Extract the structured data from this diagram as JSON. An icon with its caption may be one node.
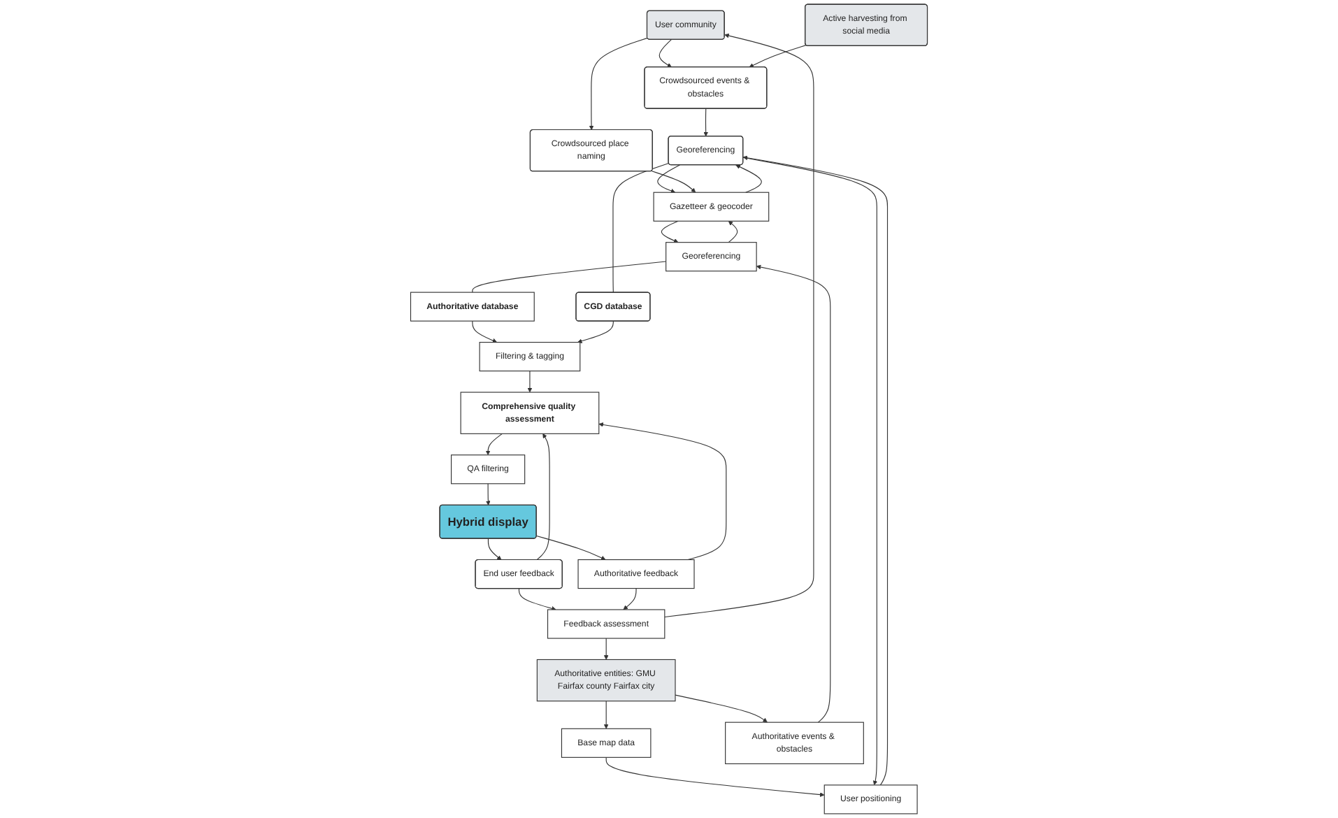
{
  "diagram": {
    "nodes": [
      {
        "text": [
          "User community"
        ]
      },
      {
        "text": [
          "Active harvesting from social media"
        ]
      },
      {
        "text": [
          "Authoritative entities: GMU Fairfax county Fairfax city"
        ]
      },
      {
        "text": [
          "Crowdsourced events & obstacles"
        ]
      },
      {
        "text": [
          "Base map data"
        ]
      },
      {
        "text": [
          "Authoritative events & obstacles"
        ]
      },
      {
        "text": [
          "Georeferencing"
        ]
      },
      {
        "text": [
          "User positioning"
        ]
      },
      {
        "text": [
          "Crowdsourced place naming"
        ]
      },
      {
        "text": [
          "Gazetteer & geocoder"
        ]
      },
      {
        "text": [
          "Georeferencing"
        ]
      },
      {
        "text": [
          "CGD database"
        ]
      },
      {
        "text": [
          "Authoritative database"
        ]
      },
      {
        "text": [
          "Filtering & tagging"
        ]
      },
      {
        "text": [
          "End user feedback"
        ]
      },
      {
        "text": [
          "Feedback assessment"
        ]
      },
      {
        "text": [
          "Hybrid display"
        ]
      },
      {
        "text": [
          "QA filtering"
        ]
      },
      {
        "text": [
          "Comprehensive quality assessment"
        ]
      },
      {
        "text": [
          "Authoritative feedback"
        ]
      }
    ],
    "edges": [
      {
        "from": 0,
        "to": 3,
        "arrow": "to"
      },
      {
        "from": 1,
        "to": 3,
        "arrow": "to"
      },
      {
        "from": 0,
        "to": 8,
        "arrow": "to"
      },
      {
        "from": 2,
        "to": 4,
        "arrow": "to"
      },
      {
        "from": 2,
        "to": 5,
        "arrow": "to"
      },
      {
        "from": 3,
        "to": 6,
        "arrow": "to"
      },
      {
        "from": 4,
        "to": 7,
        "arrow": "to"
      },
      {
        "from": 5,
        "to": 10,
        "arrow": "to"
      },
      {
        "from": 6,
        "to": 7,
        "arrow": "to"
      },
      {
        "from": 7,
        "to": 6,
        "arrow": "to"
      },
      {
        "from": 6,
        "to": 9,
        "arrow": "to"
      },
      {
        "from": 9,
        "to": 6,
        "arrow": "to"
      },
      {
        "from": 8,
        "to": 9,
        "arrow": "to"
      },
      {
        "from": 6,
        "to": 11,
        "arrow": "none"
      },
      {
        "from": 9,
        "to": 10,
        "arrow": "to"
      },
      {
        "from": 10,
        "to": 9,
        "arrow": "to"
      },
      {
        "from": 10,
        "to": 12,
        "arrow": "none"
      },
      {
        "from": 12,
        "to": 13,
        "arrow": "to"
      },
      {
        "from": 11,
        "to": 13,
        "arrow": "to"
      },
      {
        "from": 13,
        "to": 18,
        "arrow": "to"
      },
      {
        "from": 14,
        "to": 18,
        "arrow": "to"
      },
      {
        "from": 19,
        "to": 18,
        "arrow": "to"
      },
      {
        "from": 18,
        "to": 17,
        "arrow": "to"
      },
      {
        "from": 17,
        "to": 16,
        "arrow": "to"
      },
      {
        "from": 16,
        "to": 14,
        "arrow": "to"
      },
      {
        "from": 16,
        "to": 19,
        "arrow": "to"
      },
      {
        "from": 14,
        "to": 15,
        "arrow": "to"
      },
      {
        "from": 19,
        "to": 15,
        "arrow": "to"
      },
      {
        "from": 15,
        "to": 0,
        "arrow": "to"
      },
      {
        "from": 15,
        "to": 2,
        "arrow": "to"
      }
    ]
  }
}
